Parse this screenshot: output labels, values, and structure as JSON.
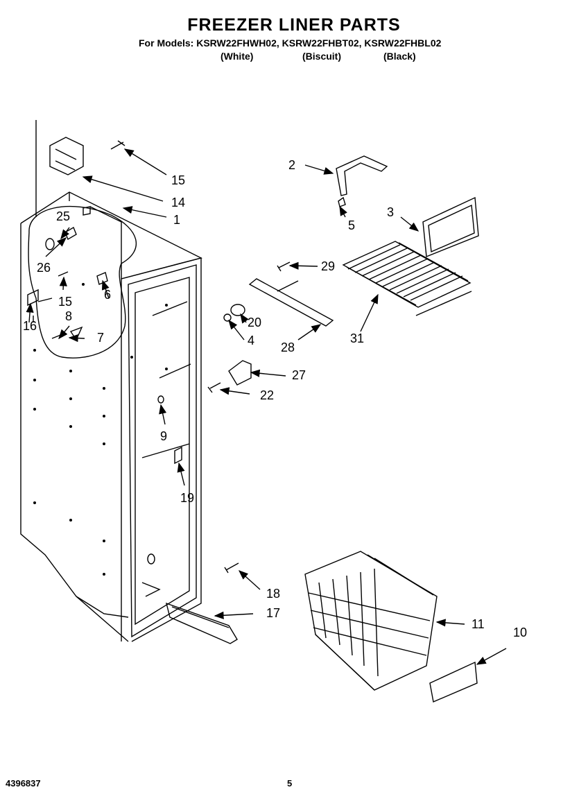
{
  "header": {
    "title": "FREEZER LINER PARTS",
    "models_line": "For Models: KSRW22FHWH02, KSRW22FHBT02, KSRW22FHBL02",
    "colors": [
      "(White)",
      "(Biscuit)",
      "(Black)"
    ]
  },
  "callouts": [
    "1",
    "2",
    "3",
    "4",
    "5",
    "6",
    "7",
    "8",
    "9",
    "10",
    "11",
    "14",
    "15",
    "15",
    "16",
    "17",
    "18",
    "19",
    "20",
    "22",
    "25",
    "26",
    "27",
    "28",
    "29",
    "31"
  ],
  "footer": {
    "doc_number": "4396837",
    "page_number": "5"
  }
}
